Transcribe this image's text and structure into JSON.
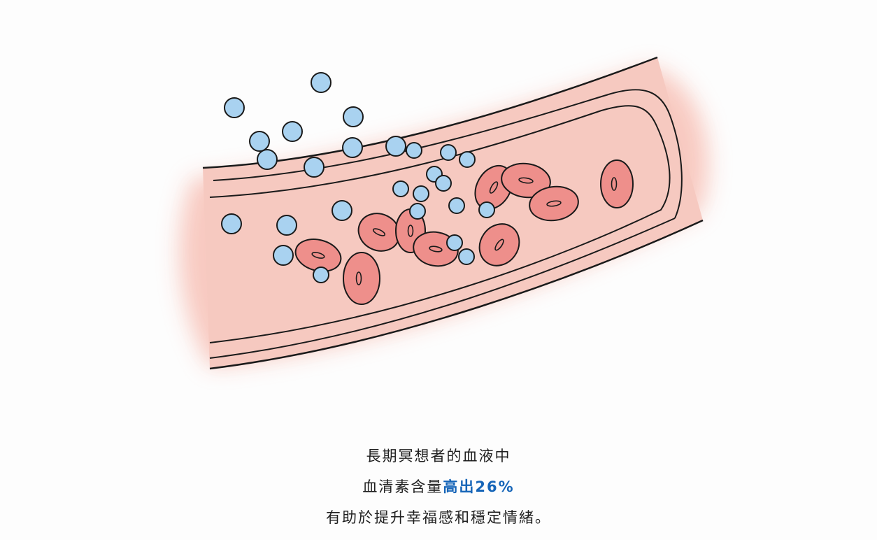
{
  "caption": {
    "line1": "長期冥想者的血液中",
    "line2_prefix": "血清素含量",
    "line2_highlight": "高出26%",
    "line3": "有助於提升幸福感和穩定情緒。"
  },
  "colors": {
    "highlight": "#1665b8",
    "vessel_fill": "#f6c9c0",
    "red_cell": "#ee8f8b",
    "serotonin_dot": "#a9d2f0",
    "outline": "#1a1a1a"
  }
}
